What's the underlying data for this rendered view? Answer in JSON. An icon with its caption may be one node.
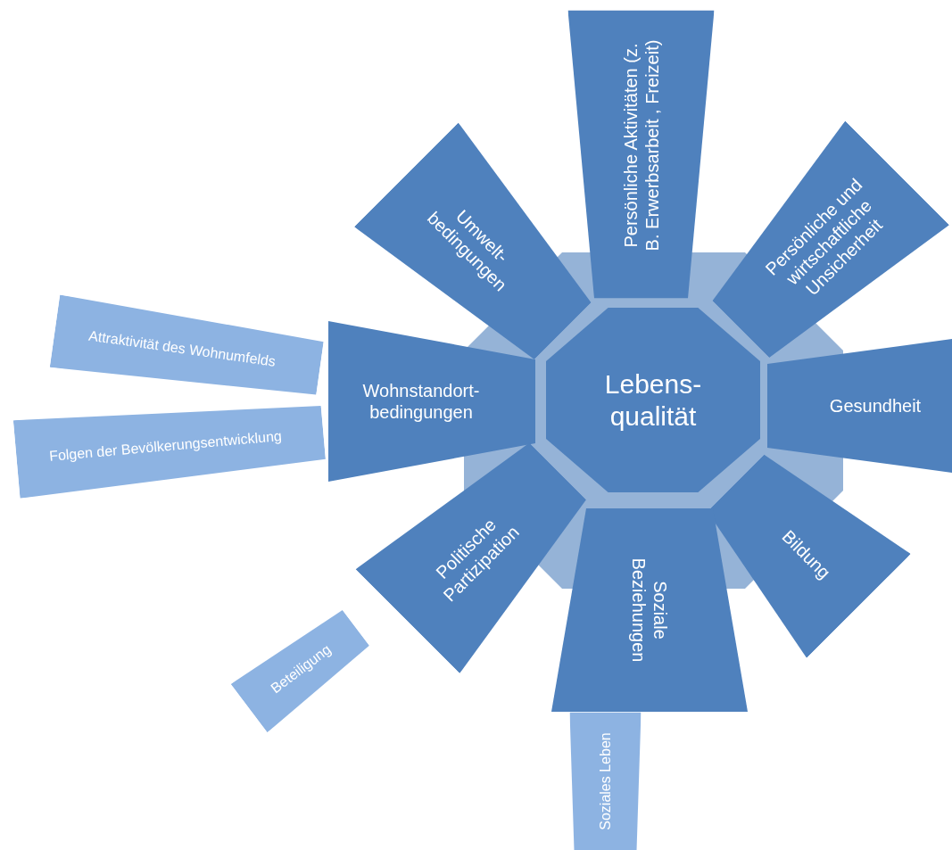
{
  "diagram": {
    "nodes": [
      {
        "text": [
          "Persönliche Aktivitäten (z. B. Erwerbsarbeit , Freizeit)"
        ]
      },
      {
        "text": [
          "Umwelt- bedingungen"
        ]
      },
      {
        "text": [
          "Persönliche und wirtschaftliche Unsicherheit"
        ]
      },
      {
        "text": [
          "Attraktivität des Wohnumfelds"
        ]
      },
      {
        "text": [
          "Wohnstandort- bedingungen"
        ]
      },
      {
        "text": [
          "Lebens- qualität"
        ]
      },
      {
        "text": [
          "Gesundheit"
        ]
      },
      {
        "text": [
          "Folgen der Bevölkerungsentwicklung"
        ]
      },
      {
        "text": [
          "Politische Partizipation"
        ]
      },
      {
        "text": [
          "Bildung"
        ]
      },
      {
        "text": [
          "Soziale Beziehungen"
        ]
      },
      {
        "text": [
          "Beteiligung"
        ]
      },
      {
        "text": [
          "Soziales Leben"
        ]
      }
    ]
  }
}
